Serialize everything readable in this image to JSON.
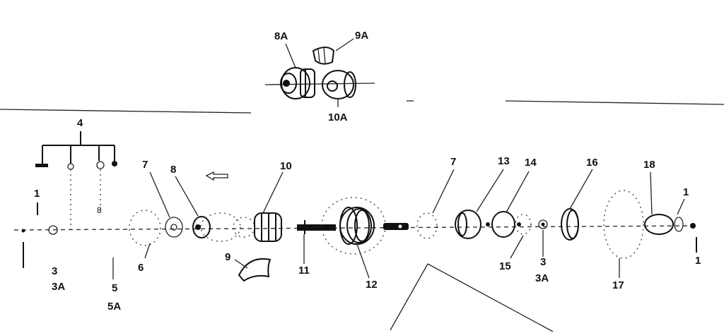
{
  "labels": {
    "l8A": "8A",
    "l9A": "9A",
    "l10A": "10A",
    "l4": "4",
    "l7a": "7",
    "l8": "8",
    "l10": "10",
    "l7b": "7",
    "l13": "13",
    "l14": "14",
    "l16": "16",
    "l18": "18",
    "l1a": "1",
    "l1b": "1",
    "l1c": "1",
    "l3a": "3",
    "l3A_a": "3A",
    "l5": "5",
    "l5A": "5A",
    "l6": "6",
    "l9": "9",
    "l11": "11",
    "l12": "12",
    "l15": "15",
    "l3b": "3",
    "l3A_b": "3A",
    "l17": "17",
    "l8small": "8"
  }
}
